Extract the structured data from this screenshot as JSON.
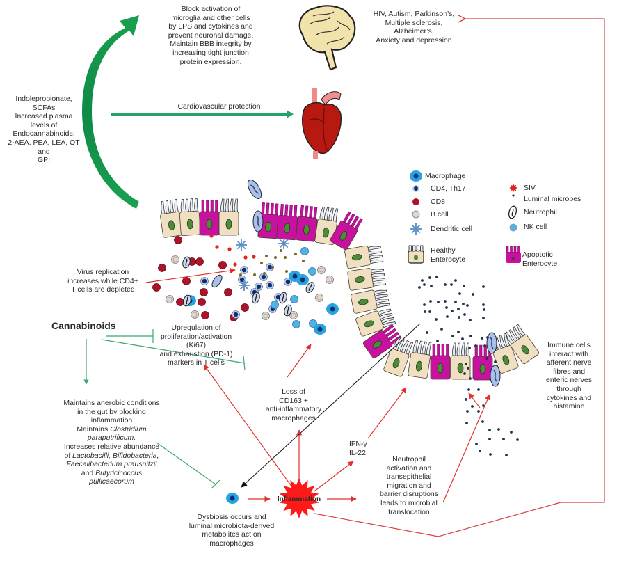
{
  "title": "Cannabinoids, gut dysbiosis and inflammation in HIV/SIV",
  "colors": {
    "green_arrow": "#1f9e5a",
    "inhibit_line": "#3aa86b",
    "red_arrow": "#e0312e",
    "magenta_cell": "#c8119f",
    "healthy_cell": "#f1dfc2",
    "nucleus": "#4d8a3a",
    "macrophage": "#27a3e0",
    "cd4": "#0d2f73",
    "cd8": "#b0122a",
    "siv": "#e0231c",
    "star": "#ff1a1a"
  },
  "labels": {
    "brain_effects": "Block activation of\nmicroglia and other cells\nby LPS and cytokines and\nprevent neuronal damage.\nMaintain BBB integrity by\nincreasing tight junction\nprotein expression.",
    "diseases": "HIV, Autism, Parkinson’s,\nMultiple sclerosis,\nAlzheimer’s,\nAnxiety and depression",
    "metabolites": "Indolepropionate,\nSCFAs\nIncreased plasma\nlevels of\nEndocannabinoids:\n2-AEA, PEA, LEA, OT\nand\nGPI",
    "cardio": "Cardiovascular protection",
    "virus_replication": "Virus replication\nincreases while CD4+\nT cells are depleted",
    "cannabinoids": "Cannabinoids",
    "upregulation": "Upregulation of\nproliferation/activation\n(Ki67)\nand exhaustion (PD-1)\nmarkers in T cells",
    "loss_cd163": "Loss of\nCD163 +\nanti-inflammatory\nmacrophages",
    "ifn": "IFN-γ\nIL-22",
    "inflammation": "Inflammation",
    "dysbiosis": "Dysbiosis occurs and\nluminal microbiota-derived\nmetabolites act on\nmacrophages",
    "neutrophil_activation": "Neutrophil\nactivation and\ntransepithelial\nmigration and\nbarrier disruptions\nleads to microbial\ntranslocation",
    "immune_nerves": "Immune cells\ninteract with\nafferent nerve\nfibres and\nenteric nerves\nthrough\ncytokines and\nhistamine",
    "anaerobic_1": "Maintains anerobic conditions\nin the gut by blocking\ninflammation\nMaintains ",
    "anaerobic_clostridium": "Clostridium\nparaputrificum,",
    "anaerobic_2": "\nIncreases relative abundance\nof ",
    "anaerobic_bacteria": "Lactobacilli, Bifidobacteria,\nFaecalibacterium prausnitzii",
    "anaerobic_3": "\nand ",
    "anaerobic_butyri": "Butyricicoccus\npullicaecorum"
  },
  "legend": [
    {
      "icon": "macrophage-icon",
      "label": "Macrophage"
    },
    {
      "icon": "cd4-th17-icon",
      "label": "CD4, Th17"
    },
    {
      "icon": "cd8-icon",
      "label": "CD8"
    },
    {
      "icon": "b-cell-icon",
      "label": "B cell"
    },
    {
      "icon": "dendritic-cell-icon",
      "label": "Dendritic cell"
    },
    {
      "icon": "healthy-enterocyte-icon",
      "label": "Healthy\nEnterocyte"
    },
    {
      "icon": "siv-icon",
      "label": "SIV"
    },
    {
      "icon": "luminal-microbes-icon",
      "label": "Luminal microbes"
    },
    {
      "icon": "neutrophil-icon",
      "label": "Neutrophil"
    },
    {
      "icon": "nk-cell-icon",
      "label": "NK cell"
    },
    {
      "icon": "apoptotic-enterocyte-icon",
      "label": "Apoptotic\nEnterocyte"
    }
  ]
}
